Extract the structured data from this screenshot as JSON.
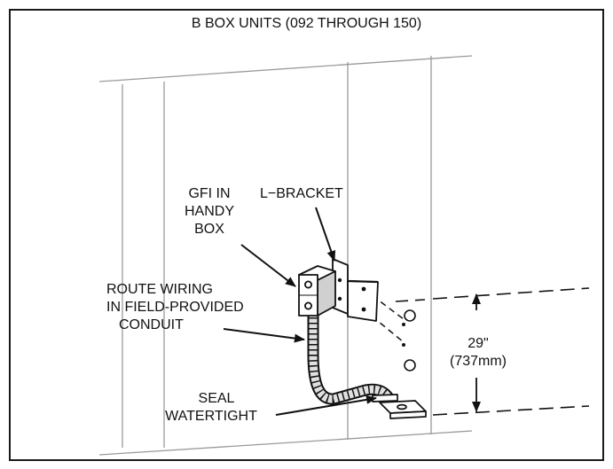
{
  "title": "B BOX UNITS (092 THROUGH 150)",
  "labels": {
    "gfi_line1": "GFI IN",
    "gfi_line2": "HANDY",
    "gfi_line3": "BOX",
    "bracket": "L−BRACKET",
    "route_line1": "ROUTE WIRING",
    "route_line2": "IN FIELD-PROVIDED",
    "route_line3": "CONDUIT",
    "seal_line1": "SEAL",
    "seal_line2": "WATERTIGHT",
    "dim_imperial": "29\"",
    "dim_metric": "(737mm)"
  },
  "colors": {
    "frame": "#1a1a1a",
    "wall_lines": "#9a9a9a",
    "ink": "#111111",
    "conduit_fill": "#d8d8d8",
    "background": "#ffffff"
  }
}
